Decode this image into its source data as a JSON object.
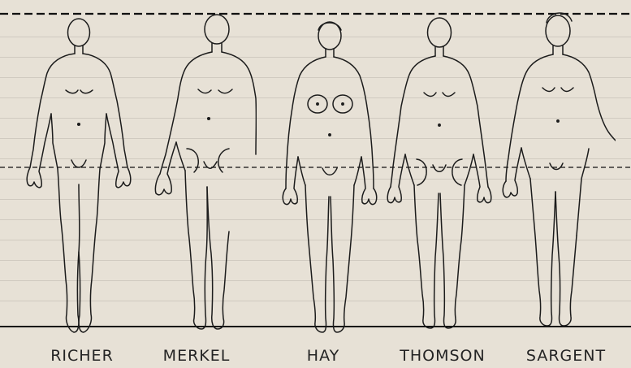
{
  "page": {
    "colors": {
      "paper": "#e7e1d6",
      "ink": "#1d1d1d",
      "faint_text": "#8f8a82"
    }
  },
  "figure_labels": [
    "RICHER",
    "MERKEL",
    "HAY",
    "THOMSON",
    "SARGENT"
  ]
}
